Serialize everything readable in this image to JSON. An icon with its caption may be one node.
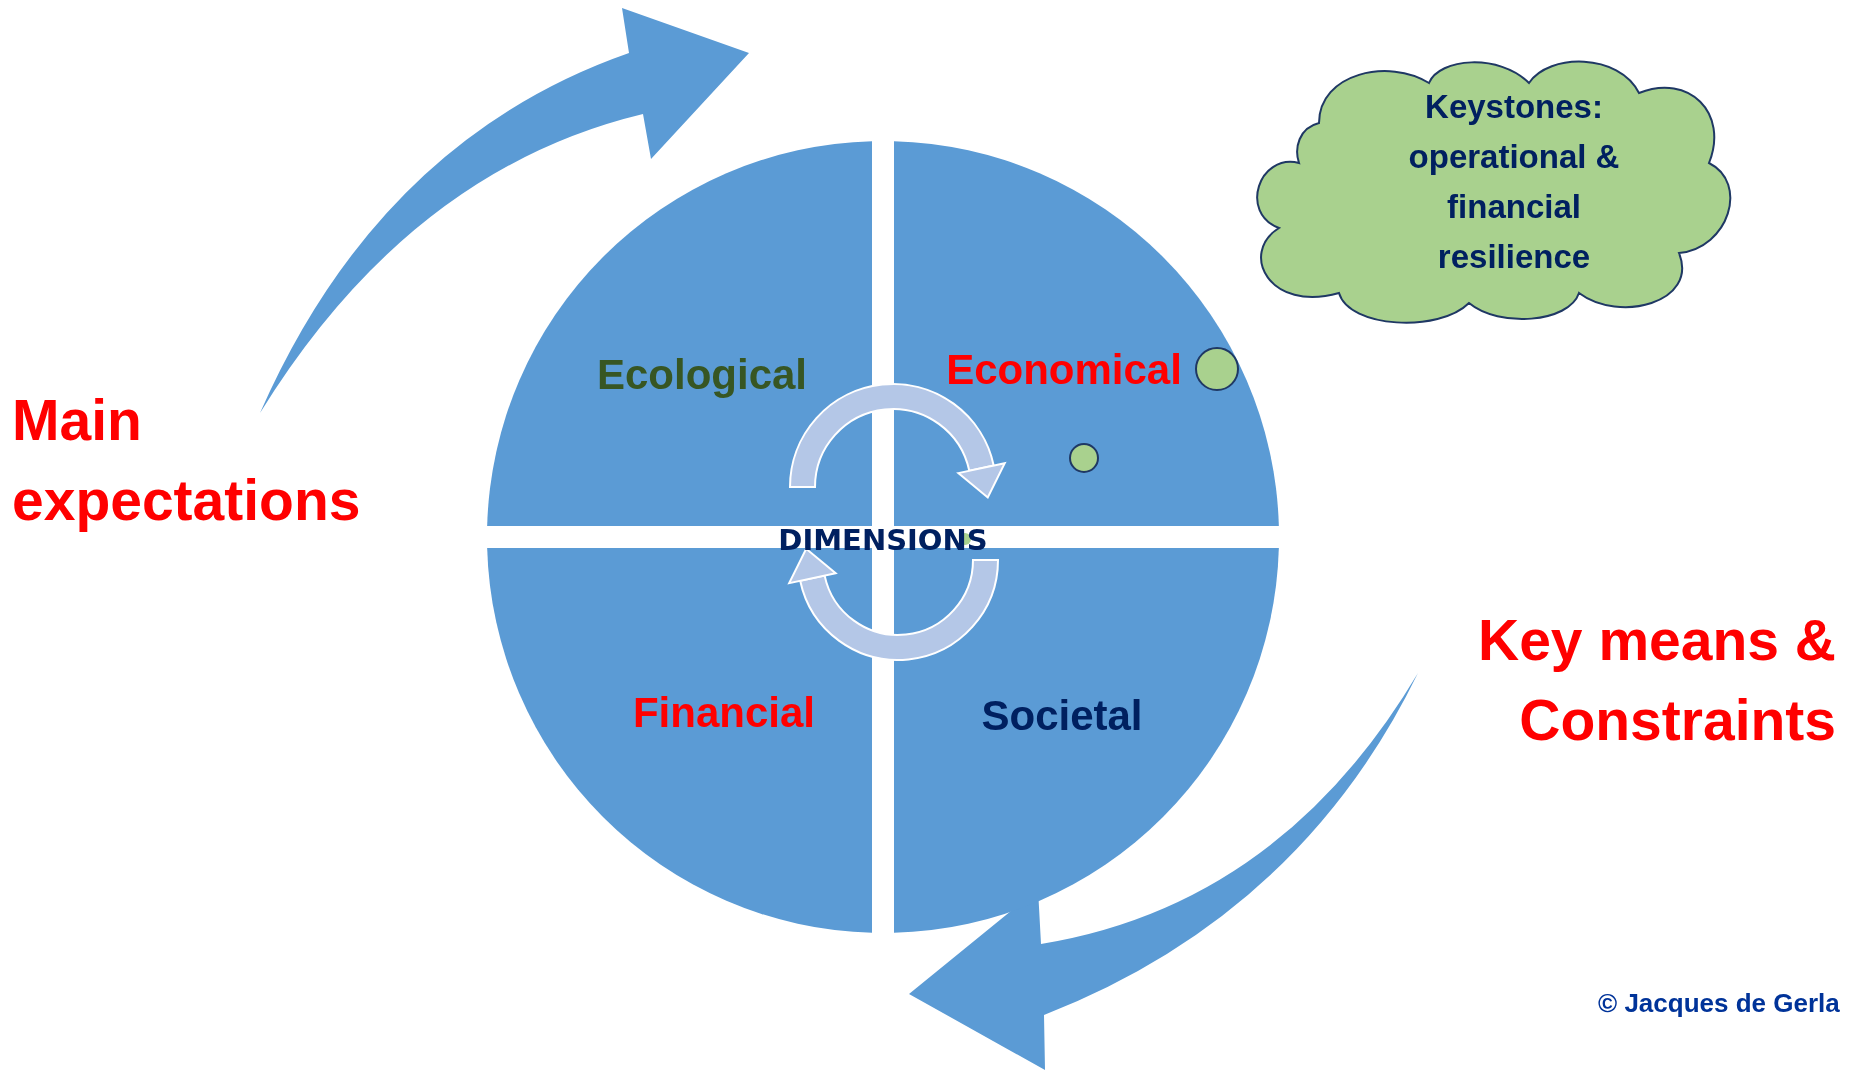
{
  "diagram": {
    "nodes": [
      {
        "text": [
          "Ecological"
        ]
      },
      {
        "text": [
          "Economical"
        ]
      },
      {
        "text": [
          "Financial"
        ]
      },
      {
        "text": [
          "Societal"
        ]
      },
      {
        "text": [
          "Keystones: operational & financial resilience"
        ]
      }
    ],
    "labels": [
      "DIMENSIONS",
      "Main expectations",
      "Key means & Constraints",
      "© Jacques de Gerla"
    ]
  }
}
